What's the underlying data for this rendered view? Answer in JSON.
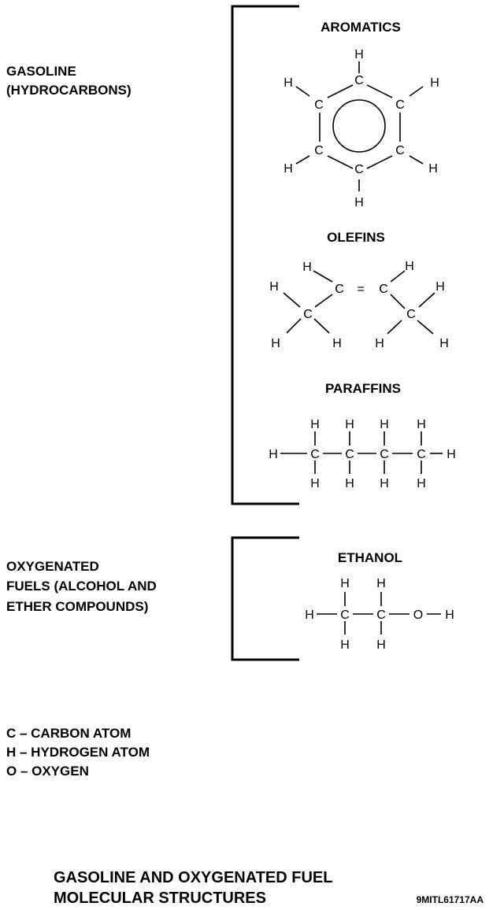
{
  "groups": {
    "gasoline_line1": "GASOLINE",
    "gasoline_line2": "(HYDROCARBONS)",
    "oxygenated_line1": "OXYGENATED",
    "oxygenated_line2": "FUELS (ALCOHOL AND",
    "oxygenated_line3": "ETHER COMPOUNDS)"
  },
  "structures": {
    "aromatics": "AROMATICS",
    "olefins": "OLEFINS",
    "paraffins": "PARAFFINS",
    "ethanol": "ETHANOL"
  },
  "atoms": {
    "carbon": "C",
    "hydrogen": "H",
    "oxygen": "O",
    "double_bond": "="
  },
  "legend": [
    "C – CARBON ATOM",
    "H – HYDROGEN ATOM",
    "O – OXYGEN"
  ],
  "caption": {
    "line1": "GASOLINE AND OXYGENATED FUEL",
    "line2": "MOLECULAR STRUCTURES"
  },
  "figure_code": "9MITL61717AA"
}
